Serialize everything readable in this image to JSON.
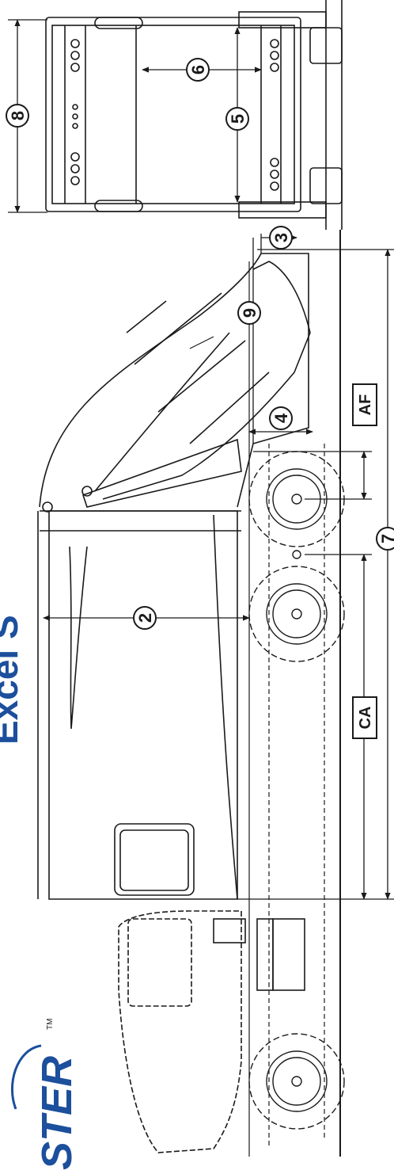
{
  "title": "Excel S",
  "brand": "STER",
  "trademark": "TM",
  "dimension_labels": {
    "height": "2",
    "rear_overhang": "3",
    "sill": "4",
    "width_outer": "5",
    "width_inner": "6",
    "overall_length": "7",
    "overall_height": "8",
    "hopper": "9"
  },
  "boxed_labels": {
    "cab_to_axle": "CA",
    "axle_to_frame": "AF"
  },
  "colors": {
    "ink": "#1a1a1a",
    "brand": "#1c4f9c",
    "background": "#ffffff"
  }
}
